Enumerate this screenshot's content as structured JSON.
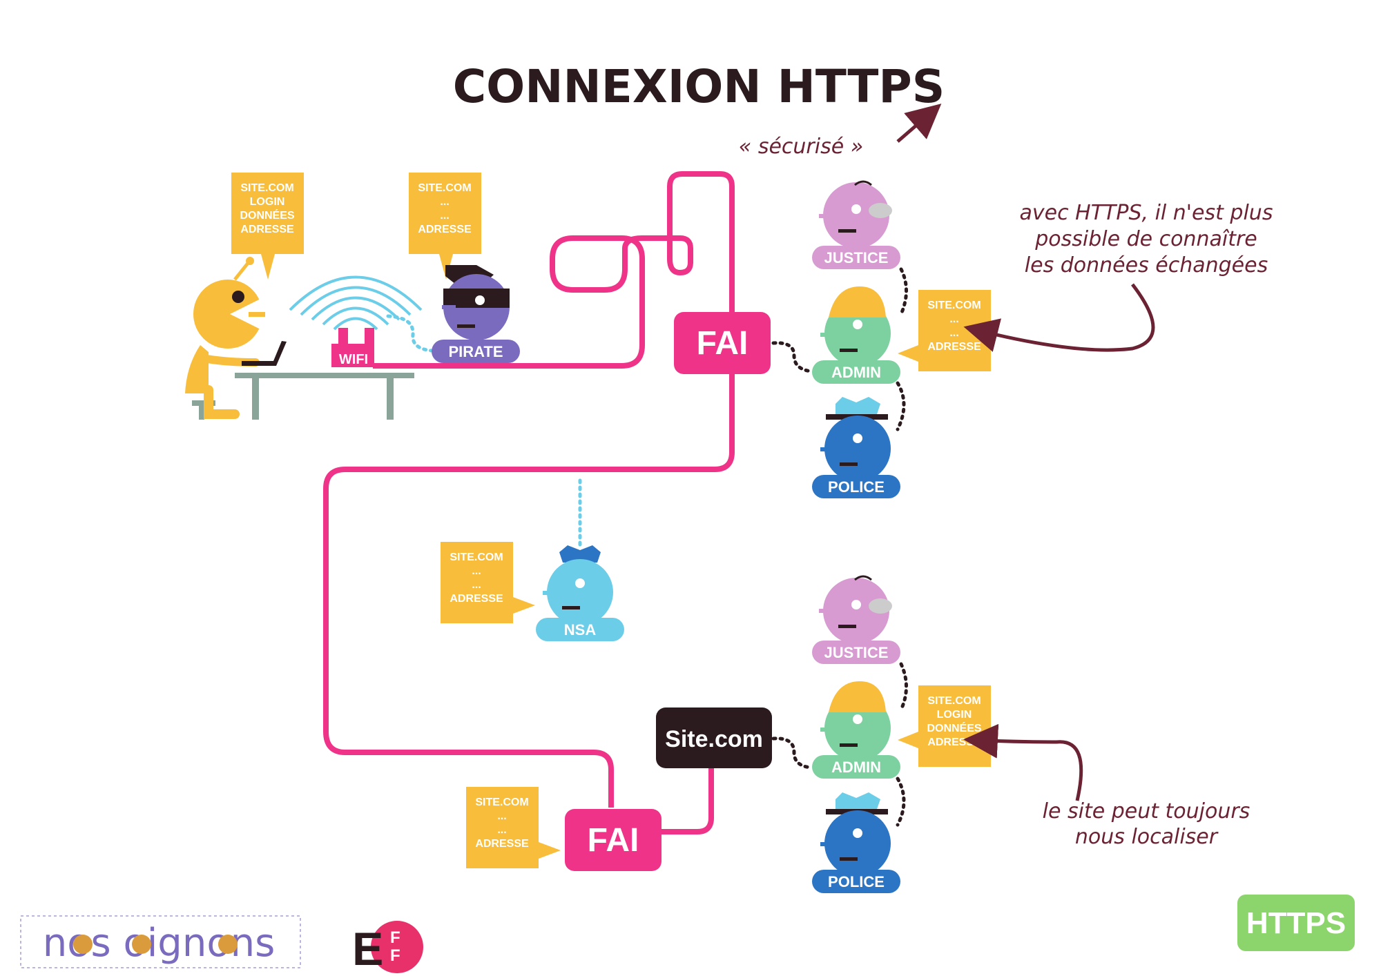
{
  "title": "CONNEXION HTTPS",
  "secure_note": "« sécurisé »",
  "annotations": {
    "https_line1": "avec HTTPS, il n'est plus",
    "https_line2": "possible de connaître",
    "https_line3": "les données échangées",
    "site_line1": "le site peut toujours",
    "site_line2": "nous localiser"
  },
  "nodes": {
    "wifi": "WIFI",
    "pirate": "PIRATE",
    "fai_top": "FAI",
    "fai_bottom": "FAI",
    "site": "Site.com",
    "nsa": "NSA",
    "justice_top": "JUSTICE",
    "admin_top": "ADMIN",
    "police_top": "POLICE",
    "justice_bottom": "JUSTICE",
    "admin_bottom": "ADMIN",
    "police_bottom": "POLICE"
  },
  "bubbles": {
    "user": [
      "SITE.COM",
      "LOGIN",
      "DONNÉES",
      "ADRESSE"
    ],
    "pirate": [
      "SITE.COM",
      "...",
      "...",
      "ADRESSE"
    ],
    "fai_top": [
      "SITE.COM",
      "...",
      "...",
      "ADRESSE"
    ],
    "nsa": [
      "SITE.COM",
      "...",
      "...",
      "ADRESSE"
    ],
    "fai_bottom": [
      "SITE.COM",
      "...",
      "...",
      "ADRESSE"
    ],
    "site": [
      "SITE.COM",
      "LOGIN",
      "DONNÉES",
      "ADRESSE"
    ]
  },
  "logos": {
    "nos_oignons": "nos oignons",
    "eff_big": "E",
    "eff_small1": "F",
    "eff_small2": "F",
    "https_badge": "HTTPS"
  },
  "colors": {
    "pink": "#ee3388",
    "yellow": "#f8bd3b",
    "green": "#7dd1a0",
    "purple": "#7b6bbf",
    "violet": "#d79bd2",
    "blue": "#2c75c4",
    "lightblue": "#6ccde8",
    "dark": "#2b1a1e",
    "annotation": "#6b2233",
    "badge": "#8cd56c"
  }
}
